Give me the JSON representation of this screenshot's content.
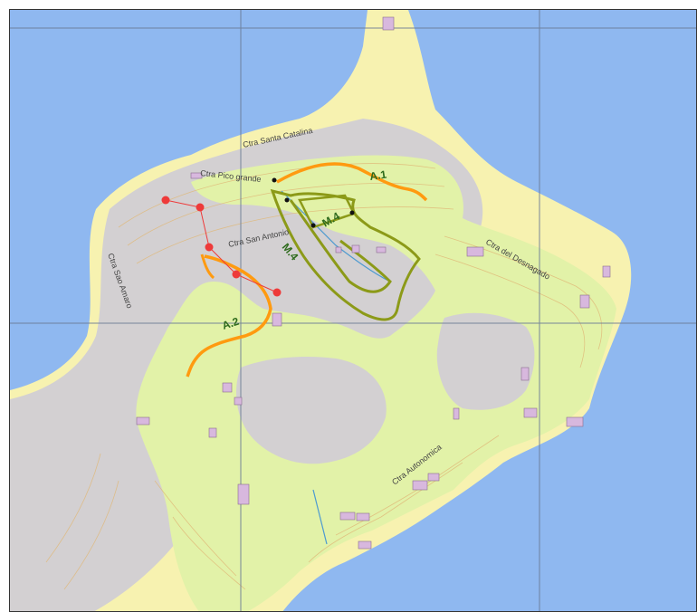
{
  "colors": {
    "sea": "#8fb8f0",
    "coast_band": "#f7f2b0",
    "land_grey": "#d3d0d2",
    "vegetation": "#e2f2a8",
    "contour": "#e0b878",
    "grid": "#6b7c96",
    "trail_orange": "#ff9a10",
    "trail_olive": "#8c9a18",
    "stream_blue": "#4d9ad0",
    "point_red": "#ee3a3a",
    "building": "#d8b8de"
  },
  "map": {
    "roads": [
      {
        "label": "Ctra Santa Catalina"
      },
      {
        "label": "Ctra Pico grande"
      },
      {
        "label": "Ctra San Antonio"
      },
      {
        "label": "Ctra del Desnagado"
      },
      {
        "label": "Ctra Sao Amaro"
      },
      {
        "label": "Ctra Autonomica"
      }
    ],
    "routes": [
      {
        "label": "A.1"
      },
      {
        "label": "A.2"
      },
      {
        "label": "M.4"
      },
      {
        "label": "M.4"
      }
    ]
  }
}
